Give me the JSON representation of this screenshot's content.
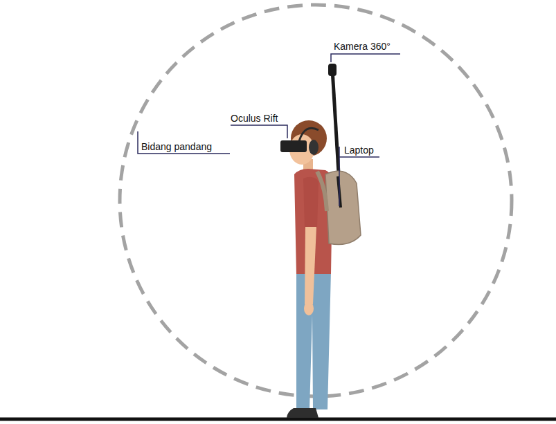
{
  "diagram": {
    "labels": [
      "Kamera 360°",
      "Oculus Rift",
      "Bidang pandang",
      "Laptop"
    ]
  }
}
